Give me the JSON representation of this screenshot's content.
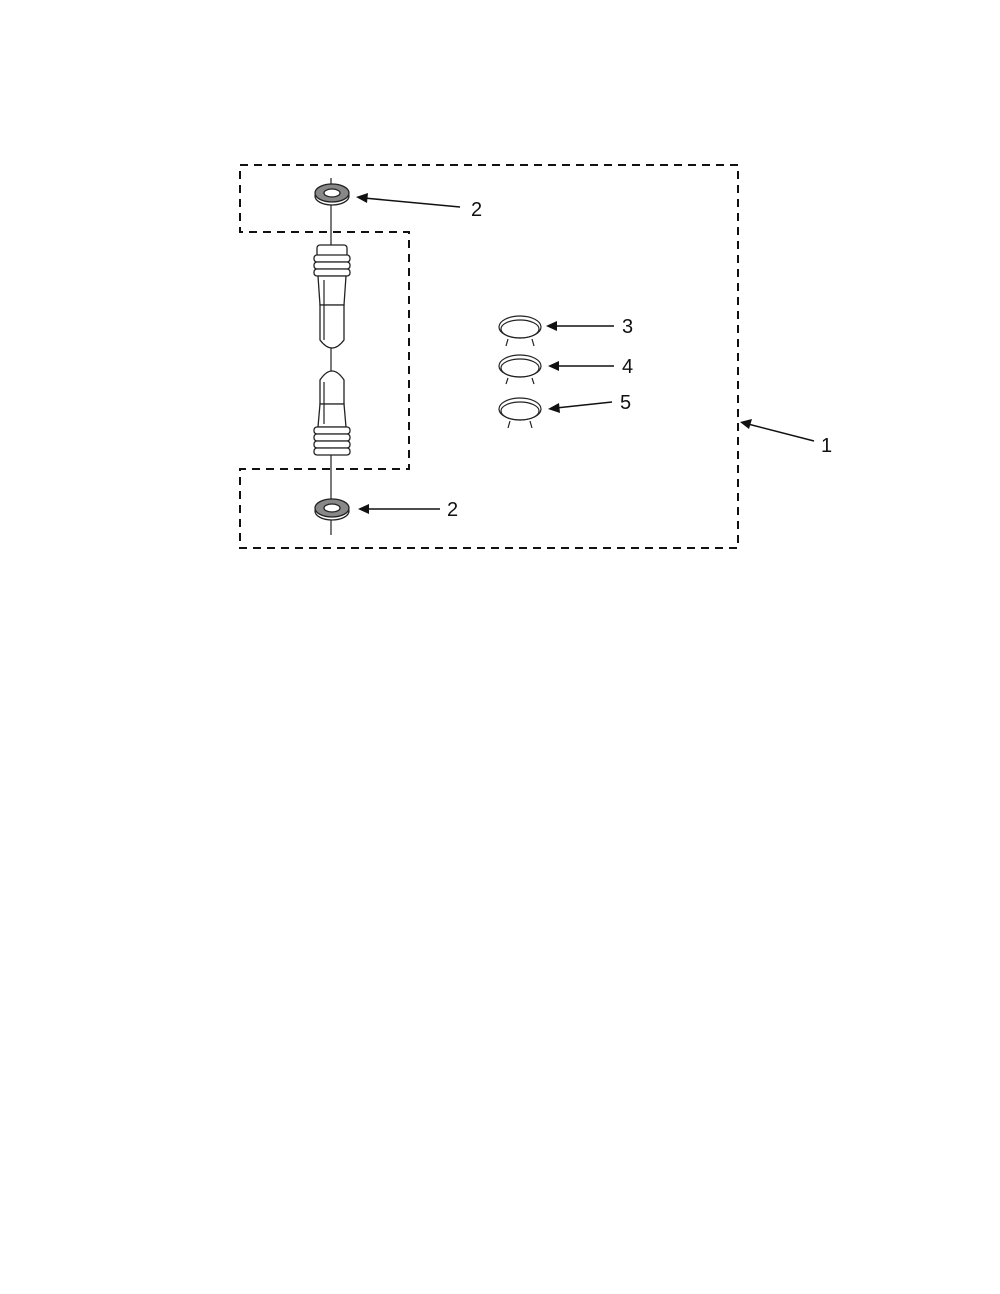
{
  "diagram": {
    "callouts": [
      {
        "id": "kit",
        "label": "1"
      },
      {
        "id": "washer-top",
        "label": "2"
      },
      {
        "id": "washer-bottom",
        "label": "2"
      },
      {
        "id": "clamp-a",
        "label": "3"
      },
      {
        "id": "clamp-b",
        "label": "4"
      },
      {
        "id": "clamp-c",
        "label": "5"
      }
    ]
  }
}
